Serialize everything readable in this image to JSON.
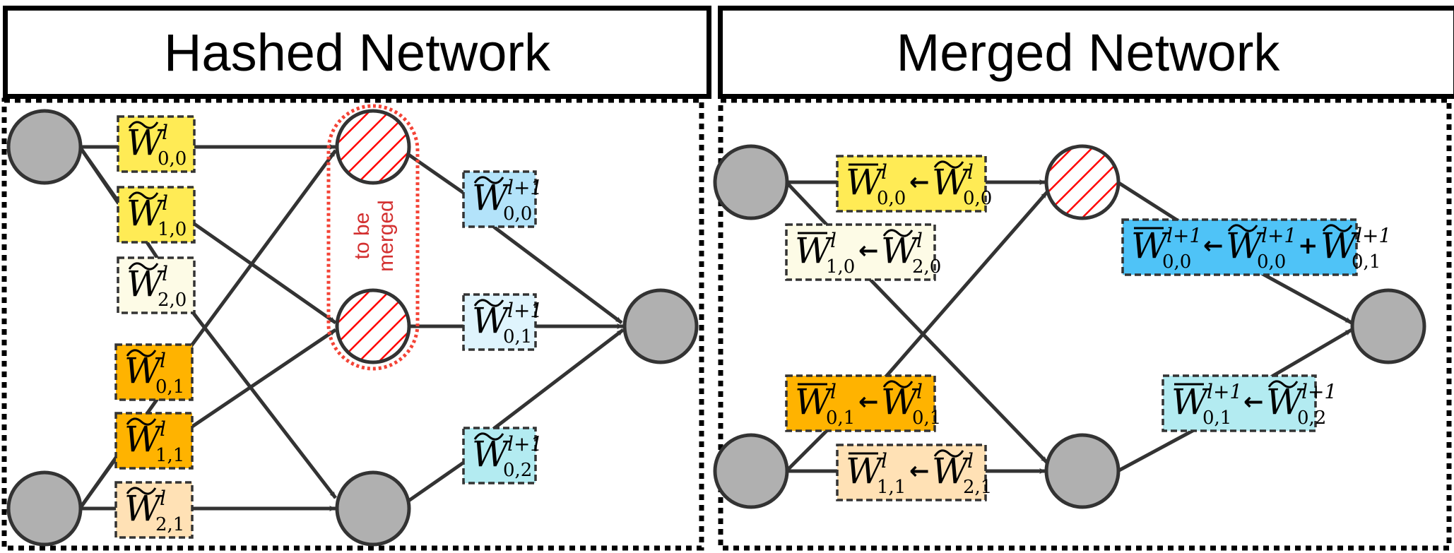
{
  "panels": [
    {
      "id": "hashed",
      "title": "Hashed Network",
      "group_label_line1": "to be",
      "group_label_line2": "merged",
      "nodes": [
        {
          "id": "in0",
          "type": "input",
          "hatched": false
        },
        {
          "id": "in1",
          "type": "input",
          "hatched": false
        },
        {
          "id": "h0",
          "type": "hidden",
          "hatched": true
        },
        {
          "id": "h1",
          "type": "hidden",
          "hatched": true
        },
        {
          "id": "h2",
          "type": "hidden",
          "hatched": false
        },
        {
          "id": "out",
          "type": "output",
          "hatched": false
        }
      ],
      "weights": [
        {
          "id": "w00",
          "mark": "tilde",
          "sup": "l",
          "sub": "0,0",
          "color": "#ffeb55",
          "from": "in0",
          "to": "h0"
        },
        {
          "id": "w10",
          "mark": "tilde",
          "sup": "l",
          "sub": "1,0",
          "color": "#ffeb55",
          "from": "in0",
          "to": "h1"
        },
        {
          "id": "w20",
          "mark": "tilde",
          "sup": "l",
          "sub": "2,0",
          "color": "#fdfbe6",
          "from": "in0",
          "to": "h2"
        },
        {
          "id": "w01",
          "mark": "tilde",
          "sup": "l",
          "sub": "0,1",
          "color": "#ffb300",
          "from": "in1",
          "to": "h0"
        },
        {
          "id": "w11",
          "mark": "tilde",
          "sup": "l",
          "sub": "1,1",
          "color": "#ffb300",
          "from": "in1",
          "to": "h1"
        },
        {
          "id": "w21",
          "mark": "tilde",
          "sup": "l",
          "sub": "2,1",
          "color": "#ffe1b5",
          "from": "in1",
          "to": "h2"
        },
        {
          "id": "v00",
          "mark": "tilde",
          "sup": "l+1",
          "sub": "0,0",
          "color": "#b3e3fa",
          "from": "h0",
          "to": "out"
        },
        {
          "id": "v01",
          "mark": "tilde",
          "sup": "l+1",
          "sub": "0,1",
          "color": "#dff4fd",
          "from": "h1",
          "to": "out"
        },
        {
          "id": "v02",
          "mark": "tilde",
          "sup": "l+1",
          "sub": "0,2",
          "color": "#b3ebf1",
          "from": "h2",
          "to": "out"
        }
      ]
    },
    {
      "id": "merged",
      "title": "Merged Network",
      "nodes": [
        {
          "id": "in0",
          "type": "input",
          "hatched": false
        },
        {
          "id": "in1",
          "type": "input",
          "hatched": false
        },
        {
          "id": "h0",
          "type": "hidden",
          "hatched": true
        },
        {
          "id": "h1",
          "type": "hidden",
          "hatched": false
        },
        {
          "id": "out",
          "type": "output",
          "hatched": false
        }
      ],
      "weights": [
        {
          "id": "m00",
          "color": "#ffeb55",
          "from": "in0",
          "to": "h0",
          "terms": [
            {
              "mark": "bar",
              "sup": "l",
              "sub": "0,0"
            },
            {
              "op": "←"
            },
            {
              "mark": "tilde",
              "sup": "l",
              "sub": "0,0"
            }
          ]
        },
        {
          "id": "m10",
          "color": "#fdfbe6",
          "from": "in0",
          "to": "h1",
          "terms": [
            {
              "mark": "bar",
              "sup": "l",
              "sub": "1,0"
            },
            {
              "op": "←"
            },
            {
              "mark": "tilde",
              "sup": "l",
              "sub": "2,0"
            }
          ]
        },
        {
          "id": "m01",
          "color": "#ffb300",
          "from": "in1",
          "to": "h0",
          "terms": [
            {
              "mark": "bar",
              "sup": "l",
              "sub": "0,1"
            },
            {
              "op": "←"
            },
            {
              "mark": "tilde",
              "sup": "l",
              "sub": "0,1"
            }
          ]
        },
        {
          "id": "m11",
          "color": "#ffe1b5",
          "from": "in1",
          "to": "h1",
          "terms": [
            {
              "mark": "bar",
              "sup": "l",
              "sub": "1,1"
            },
            {
              "op": "←"
            },
            {
              "mark": "tilde",
              "sup": "l",
              "sub": "2,1"
            }
          ]
        },
        {
          "id": "n00",
          "color": "#4fc3f7",
          "from": "h0",
          "to": "out",
          "terms": [
            {
              "mark": "bar",
              "sup": "l+1",
              "sub": "0,0"
            },
            {
              "op": "←"
            },
            {
              "mark": "tilde",
              "sup": "l+1",
              "sub": "0,0"
            },
            {
              "op": "+"
            },
            {
              "mark": "tilde",
              "sup": "l+1",
              "sub": "0,1"
            }
          ]
        },
        {
          "id": "n01",
          "color": "#b3ebf1",
          "from": "h1",
          "to": "out",
          "terms": [
            {
              "mark": "bar",
              "sup": "l+1",
              "sub": "0,1"
            },
            {
              "op": "←"
            },
            {
              "mark": "tilde",
              "sup": "l+1",
              "sub": "0,2"
            }
          ]
        }
      ]
    }
  ],
  "colors": {
    "node_fill": "#b0b0b0",
    "node_stroke": "#333333",
    "edge": "#333333",
    "hatch": "#ff0000",
    "merge_group": "#f44336",
    "merge_text": "#d32f2f",
    "box_border": "#333333"
  },
  "symbol": "W"
}
